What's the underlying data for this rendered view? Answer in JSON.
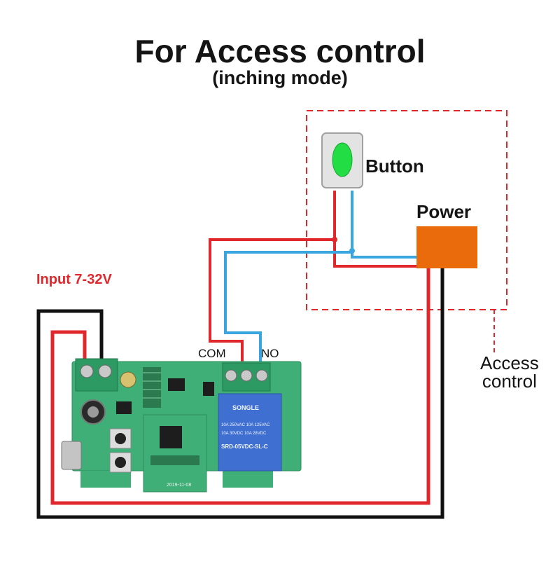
{
  "title": "For Access control",
  "subtitle": "(inching mode)",
  "labels": {
    "input": "Input 7-32V",
    "button": "Button",
    "power": "Power",
    "com": "COM",
    "no": "NO",
    "access_line1": "Access",
    "access_line2": "control"
  },
  "relay_text": {
    "brand": "SONGLE",
    "rating1": "10A 250VAC  10A 125VAC",
    "rating2": "10A 30VDC  10A 28VDC",
    "model": "SRD-05VDC-SL-C"
  },
  "module_text": "2019-11-08",
  "colors": {
    "red_wire": "#e0282c",
    "blue_wire": "#3aa6e0",
    "black_wire": "#111111",
    "pcb": "#3fae77",
    "terminal": "#2e9a63",
    "relay": "#3f6fd1",
    "power_box": "#ea6b0c",
    "button_led": "#22dd44",
    "dashed_border": "#e0282c"
  }
}
